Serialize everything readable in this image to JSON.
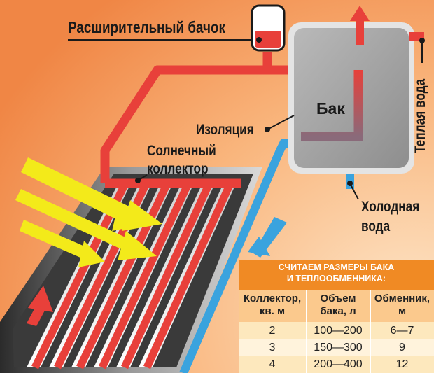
{
  "labels": {
    "expansion_tank": "Расширительный бачок",
    "insulation": "Изоляция",
    "collector_line1": "Солнечный",
    "collector_line2": "коллектор",
    "tank": "Бак",
    "cold_line1": "Холодная",
    "cold_line2": "вода",
    "warm_water": "Теплая вода"
  },
  "table": {
    "title_line1": "СЧИТАЕМ РАЗМЕРЫ БАКА",
    "title_line2": "И ТЕПЛООБМЕННИКА:",
    "headers": [
      {
        "line1": "Коллектор,",
        "line2": "кв. м"
      },
      {
        "line1": "Объем",
        "line2": "бака, л"
      },
      {
        "line1": "Обменник,",
        "line2": "м"
      }
    ],
    "rows": [
      [
        "2",
        "100—200",
        "6—7"
      ],
      [
        "3",
        "150—300",
        "9"
      ],
      [
        "4",
        "200—400",
        "12"
      ]
    ]
  },
  "colors": {
    "hot_pipe": "#e8403a",
    "cold_pipe": "#3aa3de",
    "sun_ray": "#f3ea1a",
    "tank_fill": "#a8a8a8",
    "table_header": "#f08a24"
  }
}
